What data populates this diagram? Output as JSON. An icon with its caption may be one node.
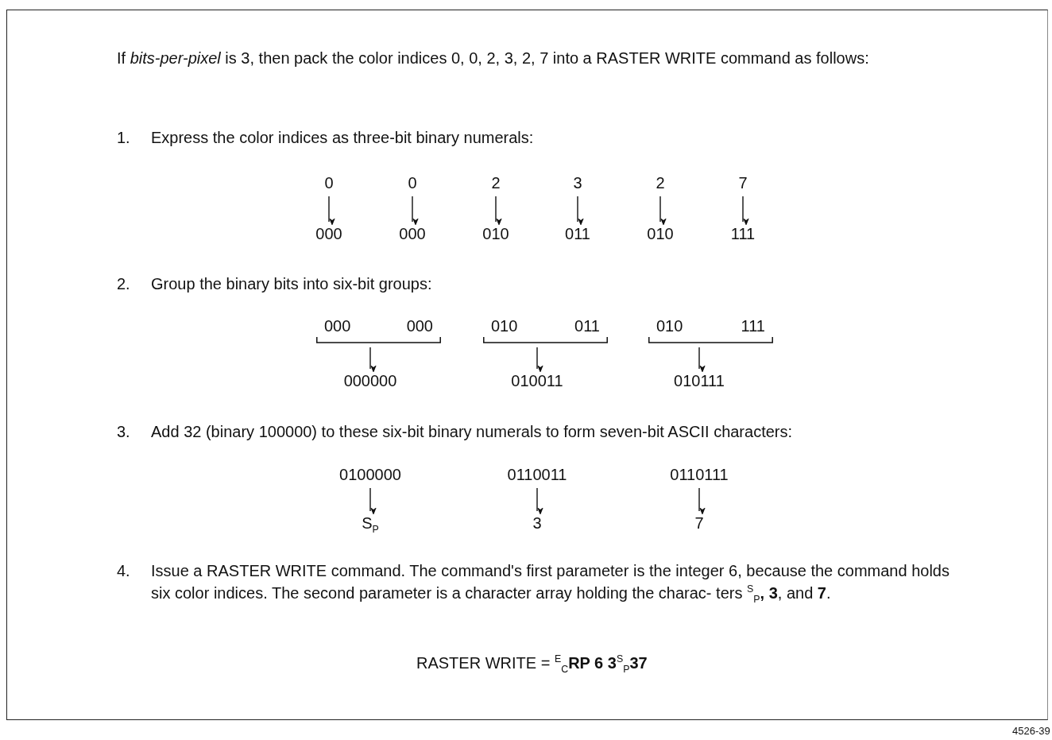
{
  "diagram": {
    "nodes": [
      {
        "text": [
          "0"
        ]
      },
      {
        "text": [
          "0"
        ]
      },
      {
        "text": [
          "2"
        ]
      },
      {
        "text": [
          "3"
        ]
      },
      {
        "text": [
          "2"
        ]
      },
      {
        "text": [
          "7"
        ]
      },
      {
        "text": [
          "000"
        ]
      },
      {
        "text": [
          "000"
        ]
      },
      {
        "text": [
          "010"
        ]
      },
      {
        "text": [
          "011"
        ]
      },
      {
        "text": [
          "010"
        ]
      },
      {
        "text": [
          "111"
        ]
      },
      {
        "text": [
          "000",
          "000"
        ]
      },
      {
        "text": [
          "010",
          "011"
        ]
      },
      {
        "text": [
          "010",
          "111"
        ]
      },
      {
        "text": [
          "000000"
        ]
      },
      {
        "text": [
          "010011"
        ]
      },
      {
        "text": [
          "010111"
        ]
      },
      {
        "text": [
          "0100000"
        ]
      },
      {
        "text": [
          "0110011"
        ]
      },
      {
        "text": [
          "0110111"
        ]
      },
      {
        "text": [
          "S$_{P}$"
        ]
      },
      {
        "text": [
          "3"
        ]
      },
      {
        "text": [
          "7"
        ]
      }
    ],
    "edges": [
      {
        "from": 0,
        "to": 6,
        "arrow": "to"
      },
      {
        "from": 1,
        "to": 7,
        "arrow": "to"
      },
      {
        "from": 2,
        "to": 8,
        "arrow": "to"
      },
      {
        "from": 3,
        "to": 9,
        "arrow": "to"
      },
      {
        "from": 4,
        "to": 10,
        "arrow": "to"
      },
      {
        "from": 5,
        "to": 11,
        "arrow": "to"
      },
      {
        "from": 12,
        "to": 15,
        "arrow": "to"
      },
      {
        "from": 13,
        "to": 16,
        "arrow": "to"
      },
      {
        "from": 14,
        "to": 17,
        "arrow": "to"
      },
      {
        "from": 18,
        "to": 21,
        "arrow": "to"
      },
      {
        "from": 19,
        "to": 22,
        "arrow": "to"
      },
      {
        "from": 20,
        "to": 23,
        "arrow": "to"
      }
    ],
    "labels": [
      "If *bits-per-pixel* is 3, then pack the color indices  0, 0, 2, 3, 2, 7  into a RASTER WRITE command as follows:",
      "1.",
      "Express the color indices as three-bit binary numerals:",
      "2.",
      "Group the binary bits into six-bit groups:",
      "3.",
      "Add 32 (binary 100000) to these six-bit binary numerals to form seven-bit ASCII characters:",
      "4.",
      "Issue a RASTER WRITE command. The command's first parameter is the integer 6, because the command holds six color indices. The second parameter is a character array holding the charac- ters $^{S}$$_{P}$**, 3**, and **7**.",
      "RASTER WRITE  =  $^{E}$$_{C}$**RP 6 3**$^{S}$$_{P}$**37**",
      "4526-39"
    ]
  }
}
